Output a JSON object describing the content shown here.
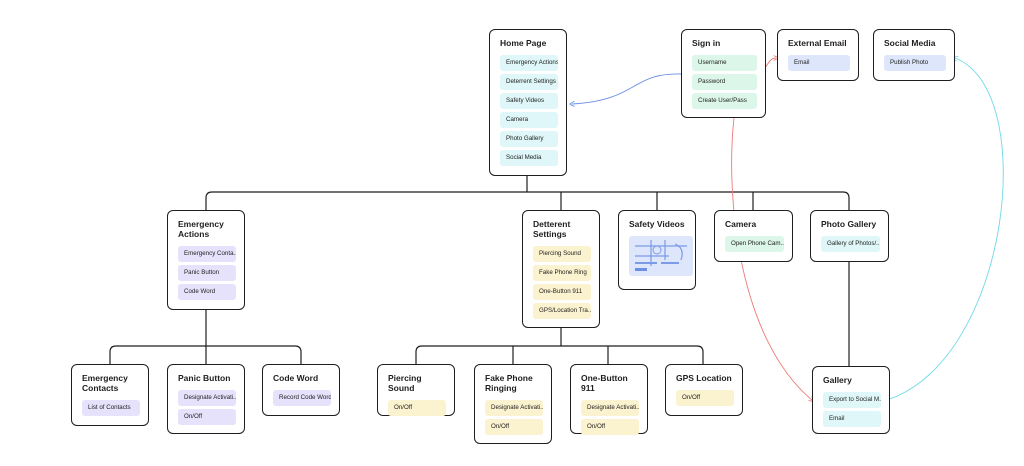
{
  "home": {
    "title": "Home Page",
    "items": [
      "Emergency Actions",
      "Deterrent Settings",
      "Safety Videos",
      "Camera",
      "Photo Gallery",
      "Social Media"
    ]
  },
  "signin": {
    "title": "Sign in",
    "items": [
      "Username",
      "Password",
      "Create User/Pass"
    ]
  },
  "external_email": {
    "title": "External Email",
    "items": [
      "Email"
    ]
  },
  "social_media": {
    "title": "Social Media",
    "items": [
      "Publish Photo"
    ]
  },
  "emergency_actions": {
    "title": "Emergency Actions",
    "items": [
      "Emergency Conta...",
      "Panic Button",
      "Code Word"
    ]
  },
  "deterrent_settings": {
    "title": "Detterent Settings",
    "items": [
      "Piercing Sound",
      "Fake Phone Ring",
      "One-Button 911",
      "GPS/Location Tra..."
    ]
  },
  "safety_videos": {
    "title": "Safety Videos"
  },
  "camera": {
    "title": "Camera",
    "items": [
      "Open Phone Cam..."
    ]
  },
  "photo_gallery": {
    "title": "Photo Gallery",
    "items": [
      "Gallery of Photos/..."
    ]
  },
  "emergency_contacts": {
    "title": "Emergency Contacts",
    "items": [
      "List of Contacts"
    ]
  },
  "panic_button": {
    "title": "Panic Button",
    "items": [
      "Designate Activati...",
      "On/Off"
    ]
  },
  "code_word": {
    "title": "Code Word",
    "items": [
      "Record Code Word"
    ]
  },
  "piercing_sound": {
    "title": "Piercing Sound",
    "items": [
      "On/Off"
    ]
  },
  "fake_phone_ringing": {
    "title": "Fake Phone Ringing",
    "items": [
      "Designate Activati...",
      "On/Off"
    ]
  },
  "one_button_911": {
    "title": "One-Button 911",
    "items": [
      "Designate Activati...",
      "On/Off"
    ]
  },
  "gps_location": {
    "title": "GPS Location",
    "items": [
      "On/Off"
    ]
  },
  "gallery": {
    "title": "Gallery",
    "items": [
      "Export to Social M...",
      "Email"
    ]
  },
  "colors": {
    "line": "#1e1e1e",
    "arrow_blue": "#6b8ee6",
    "arrow_red": "#ec7b77",
    "arrow_cyan": "#6fd8e8"
  }
}
